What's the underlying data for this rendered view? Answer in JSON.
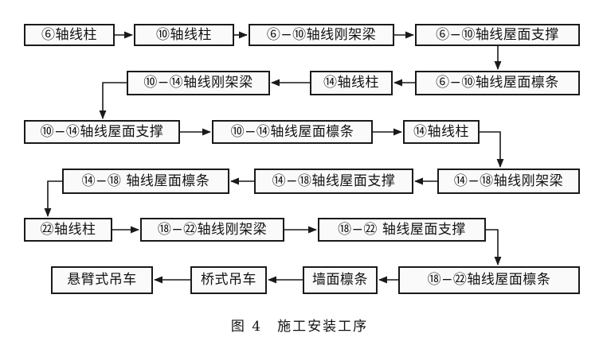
{
  "steps": [
    "⑥轴线柱",
    "⑩轴线柱",
    "⑥−⑩轴线刚架梁",
    "⑥−⑩轴线屋面支撑",
    "⑥−⑩轴线屋面檩条",
    "⑭轴线柱",
    "⑩−⑭轴线刚架梁",
    "⑩−⑭轴线屋面支撑",
    "⑩−⑭轴线屋面檩条",
    "⑭轴线柱",
    "⑭−⑱轴线刚架梁",
    "⑭−⑱轴线屋面支撑",
    "⑭−⑱ 轴线屋面檩条",
    "㉒轴线柱",
    "⑱−㉒轴线刚架梁",
    "⑱−㉒ 轴线屋面支撑",
    "⑱−㉒轴线屋面檩条",
    "墙面檩条",
    "桥式吊车",
    "悬臂式吊车"
  ],
  "caption": "图 4　施工安装工序",
  "colors": {
    "border": "#1a1a1a",
    "arrow": "#1a1a1a",
    "background": "#ffffff"
  }
}
